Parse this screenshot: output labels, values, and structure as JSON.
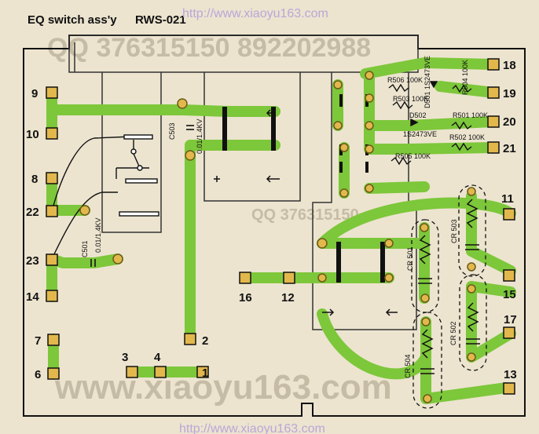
{
  "header": {
    "title": "EQ switch ass'y",
    "model": "RWS-021"
  },
  "watermark": {
    "url_top": "http://www.xiaoyu163.com",
    "url_bottom": "http://www.xiaoyu163.com",
    "bg_large": "www.xiaoyu163.com",
    "bg_qq_1": "QQ 376315150 892202988",
    "bg_qq_2": "QQ 376315150"
  },
  "terminals": {
    "t1": "1",
    "t2": "2",
    "t3": "3",
    "t4": "4",
    "t6": "6",
    "t7": "7",
    "t8": "8",
    "t9": "9",
    "t10": "10",
    "t11": "11",
    "t12": "12",
    "t13": "13",
    "t14": "14",
    "t15": "15",
    "t16": "16",
    "t17": "17",
    "t18": "18",
    "t19": "19",
    "t20": "20",
    "t21": "21",
    "t22": "22",
    "t23": "23"
  },
  "components": {
    "c503": "C503",
    "c503_val": "0.01/1.4KV",
    "c501": "C501",
    "c501_val": "0.01/1.4KV",
    "r506": "R506 100K",
    "r503": "R503 100K",
    "r504": "R504 100K",
    "r501": "R501 100K",
    "r502": "R502 100K",
    "r505": "R505 100K",
    "d501": "D501 1S2473VE",
    "d502": "D502",
    "d502_part": "1S2473VE",
    "cr501": "CR 501",
    "cr502": "CR 502",
    "cr503": "CR 503",
    "cr504": "CR 504"
  },
  "colors": {
    "trace": "#7dc73a",
    "pad": "#e2b84c",
    "board": "#f2ecdc",
    "ink": "#111111",
    "watermark": "#9c86cf"
  }
}
